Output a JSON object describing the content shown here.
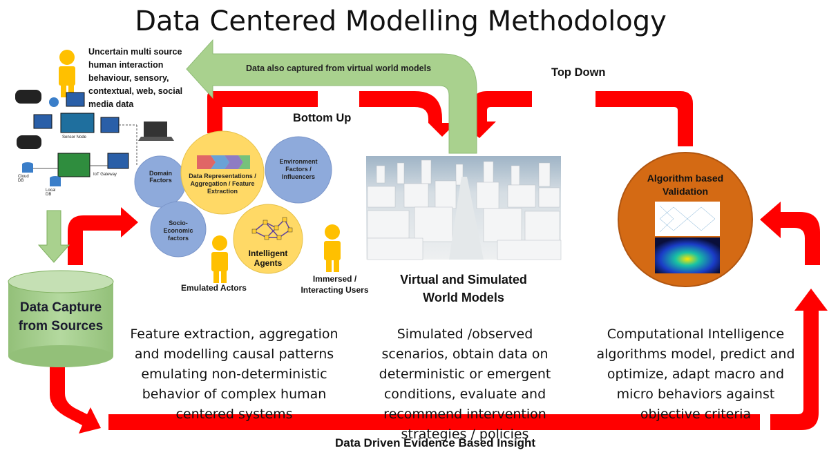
{
  "title": "Data Centered Modelling Methodology",
  "source_description": "Uncertain multi source human interaction behaviour,  sensory, contextual, web, social media data",
  "device_labels": {
    "sensor_node": "Sensor Node",
    "iot_gateway": "IoT Gateway",
    "cloud_db": "Cloud DB",
    "local_db": "Local DB"
  },
  "arrows": {
    "virtual_capture": "Data also captured from virtual world models",
    "top_down": "Top Down",
    "bottom_up": "Bottom Up",
    "insight": "Data Driven Evidence Based Insight"
  },
  "circles": {
    "domain": "Domain Factors",
    "data_rep": "Data Representations / Aggregation / Feature Extraction",
    "environment": "Environment Factors / Influencers",
    "socio": "Socio-Economic factors",
    "agents": "Intelligent Agents"
  },
  "actors": {
    "emulated": "Emulated Actors",
    "immersed": "Immersed / Interacting Users"
  },
  "data_capture": "Data Capture from Sources",
  "virtual_world": "Virtual and Simulated World Models",
  "validation": "Algorithm based Validation",
  "descriptions": {
    "feature": "Feature extraction, aggregation and modelling causal patterns emulating non-deterministic behavior of complex human centered systems",
    "simulated": "Simulated /observed scenarios, obtain data on deterministic or emergent conditions, evaluate and recommend intervention strategies / policies",
    "computational": "Computational Intelligence algorithms model, predict and optimize, adapt macro and micro behaviors against objective criteria"
  },
  "colors": {
    "arrow_red": "#ff0000",
    "arrow_green": "#a9d18e",
    "cylinder": "#a9d18e",
    "circle_blue": "#8eaadb",
    "circle_yellow": "#ffd966",
    "validation_orange": "#d46a14",
    "person_yellow": "#ffc000"
  }
}
